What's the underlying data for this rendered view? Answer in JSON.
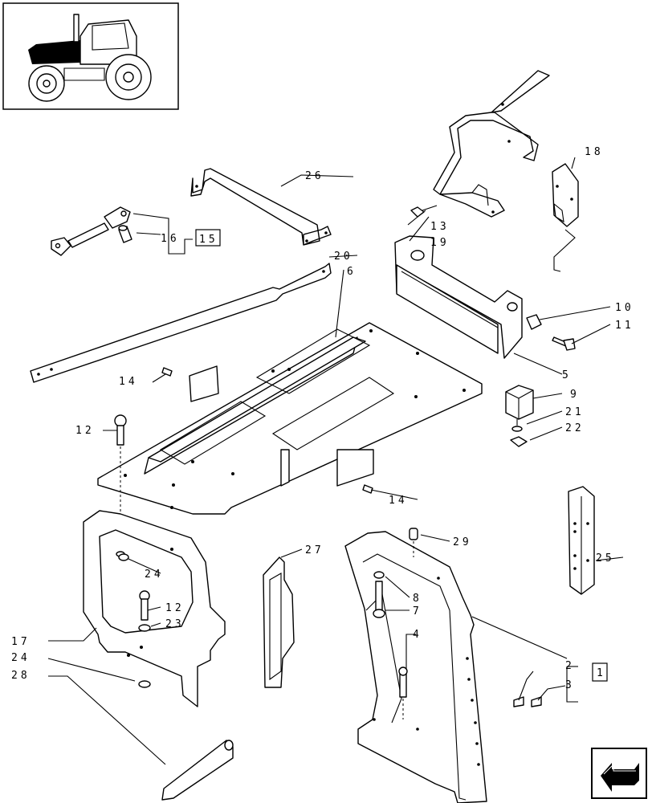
{
  "labels": {
    "l1": "1",
    "l2": "2",
    "l3": "3",
    "l4": "4",
    "l5": "5",
    "l6": "6",
    "l7": "7",
    "l8": "8",
    "l9": "9",
    "l10": "10",
    "l11": "11",
    "l12a": "12",
    "l12b": "12",
    "l13": "13",
    "l14a": "14",
    "l14b": "14",
    "l15": "15",
    "l16": "16",
    "l17": "17",
    "l18": "18",
    "l19": "19",
    "l20": "20",
    "l21": "21",
    "l22": "22",
    "l23": "23",
    "l24a": "24",
    "l24b": "24",
    "l25": "25",
    "l26": "26",
    "l27": "27",
    "l28": "28",
    "l29": "29"
  },
  "icons": {
    "thumbnail": "tractor-thumbnail-icon",
    "nav": "back-arrow-icon"
  }
}
